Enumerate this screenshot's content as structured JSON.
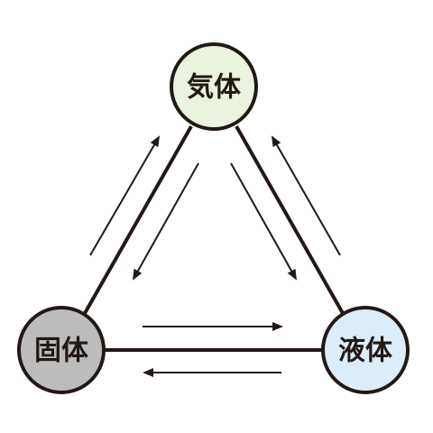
{
  "states": {
    "gas": {
      "label": "気体",
      "fill": "#e9f3dd"
    },
    "solid": {
      "label": "固体",
      "fill": "#bcbcbc"
    },
    "liquid": {
      "label": "液体",
      "fill": "#dcecf9"
    }
  },
  "colors": {
    "stroke": "#231815",
    "text": "#231815"
  },
  "icons": {
    "arrow": "arrow-icon"
  }
}
